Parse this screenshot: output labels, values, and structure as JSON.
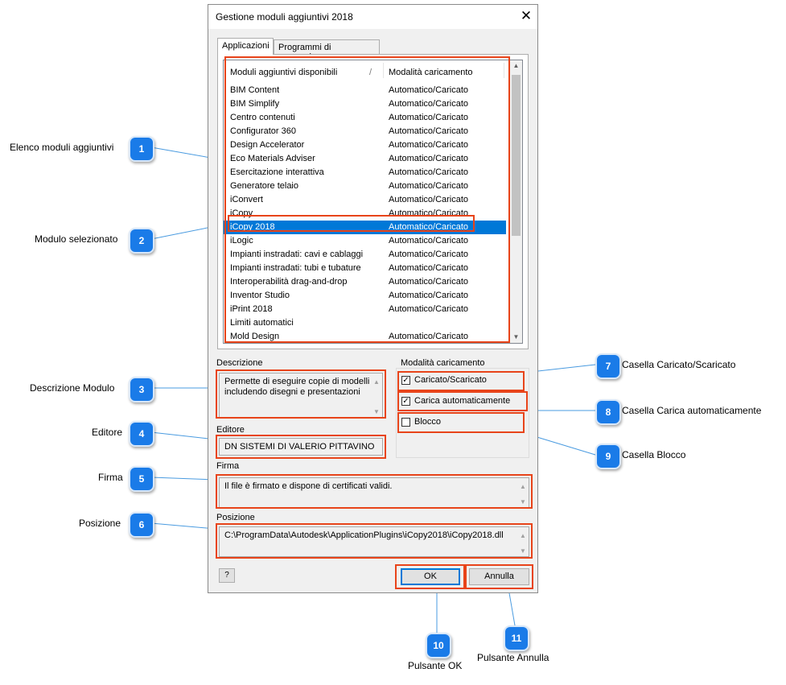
{
  "dialog": {
    "title": "Gestione moduli aggiuntivi 2018",
    "close_glyph": "✕",
    "tabs": [
      {
        "label": "Applicazioni",
        "active": true
      },
      {
        "label": "Programmi di conversione",
        "active": false
      }
    ]
  },
  "list": {
    "columns": [
      "Moduli aggiuntivi disponibili",
      "Modalità caricamento"
    ],
    "sort_glyph": "/",
    "selected_index": 10,
    "rows": [
      {
        "name": "BIM Content",
        "mode": "Automatico/Caricato"
      },
      {
        "name": "BIM Simplify",
        "mode": "Automatico/Caricato"
      },
      {
        "name": "Centro contenuti",
        "mode": "Automatico/Caricato"
      },
      {
        "name": "Configurator 360",
        "mode": "Automatico/Caricato"
      },
      {
        "name": "Design Accelerator",
        "mode": "Automatico/Caricato"
      },
      {
        "name": "Eco Materials Adviser",
        "mode": "Automatico/Caricato"
      },
      {
        "name": "Esercitazione interattiva",
        "mode": "Automatico/Caricato"
      },
      {
        "name": "Generatore telaio",
        "mode": "Automatico/Caricato"
      },
      {
        "name": "iConvert",
        "mode": "Automatico/Caricato"
      },
      {
        "name": "iCopy",
        "mode": "Automatico/Caricato"
      },
      {
        "name": "iCopy 2018",
        "mode": "Automatico/Caricato"
      },
      {
        "name": "iLogic",
        "mode": "Automatico/Caricato"
      },
      {
        "name": "Impianti instradati: cavi e cablaggi",
        "mode": "Automatico/Caricato"
      },
      {
        "name": "Impianti instradati: tubi e tubature",
        "mode": "Automatico/Caricato"
      },
      {
        "name": "Interoperabilità drag-and-drop",
        "mode": "Automatico/Caricato"
      },
      {
        "name": "Inventor Studio",
        "mode": "Automatico/Caricato"
      },
      {
        "name": "iPrint 2018",
        "mode": "Automatico/Caricato"
      },
      {
        "name": "Limiti automatici",
        "mode": ""
      },
      {
        "name": "Mold Design",
        "mode": "Automatico/Caricato"
      }
    ]
  },
  "description": {
    "label": "Descrizione",
    "line1": "Permette di eseguire copie di modelli",
    "line2": "includendo disegni e presentazioni"
  },
  "publisher": {
    "label": "Editore",
    "value": "DN SISTEMI DI VALERIO PITTAVINO"
  },
  "signature": {
    "label": "Firma",
    "value": "Il file è firmato e dispone di certificati validi."
  },
  "location": {
    "label": "Posizione",
    "value": "C:\\ProgramData\\Autodesk\\ApplicationPlugins\\iCopy2018\\iCopy2018.dll"
  },
  "load_mode": {
    "label": "Modalità caricamento",
    "loaded": {
      "label": "Caricato/Scaricato",
      "checked": true
    },
    "auto": {
      "label": "Carica automaticamente",
      "checked": true
    },
    "block": {
      "label": "Blocco",
      "checked": false
    },
    "check_glyph": "✓"
  },
  "buttons": {
    "help_glyph": "?",
    "ok": "OK",
    "cancel": "Annulla"
  },
  "annotations": [
    {
      "num": "1",
      "text": "Elenco moduli aggiuntivi"
    },
    {
      "num": "2",
      "text": "Modulo selezionato"
    },
    {
      "num": "3",
      "text": "Descrizione Modulo"
    },
    {
      "num": "4",
      "text": "Editore"
    },
    {
      "num": "5",
      "text": "Firma"
    },
    {
      "num": "6",
      "text": "Posizione"
    },
    {
      "num": "7",
      "text": "Casella Caricato/Scaricato"
    },
    {
      "num": "8",
      "text": "Casella Carica automaticamente"
    },
    {
      "num": "9",
      "text": "Casella Blocco"
    },
    {
      "num": "10",
      "text": "Pulsante OK"
    },
    {
      "num": "11",
      "text": "Pulsante Annulla"
    }
  ],
  "colors": {
    "highlight": "#e8441a",
    "badge": "#1a7be8",
    "selection": "#0078d7"
  }
}
